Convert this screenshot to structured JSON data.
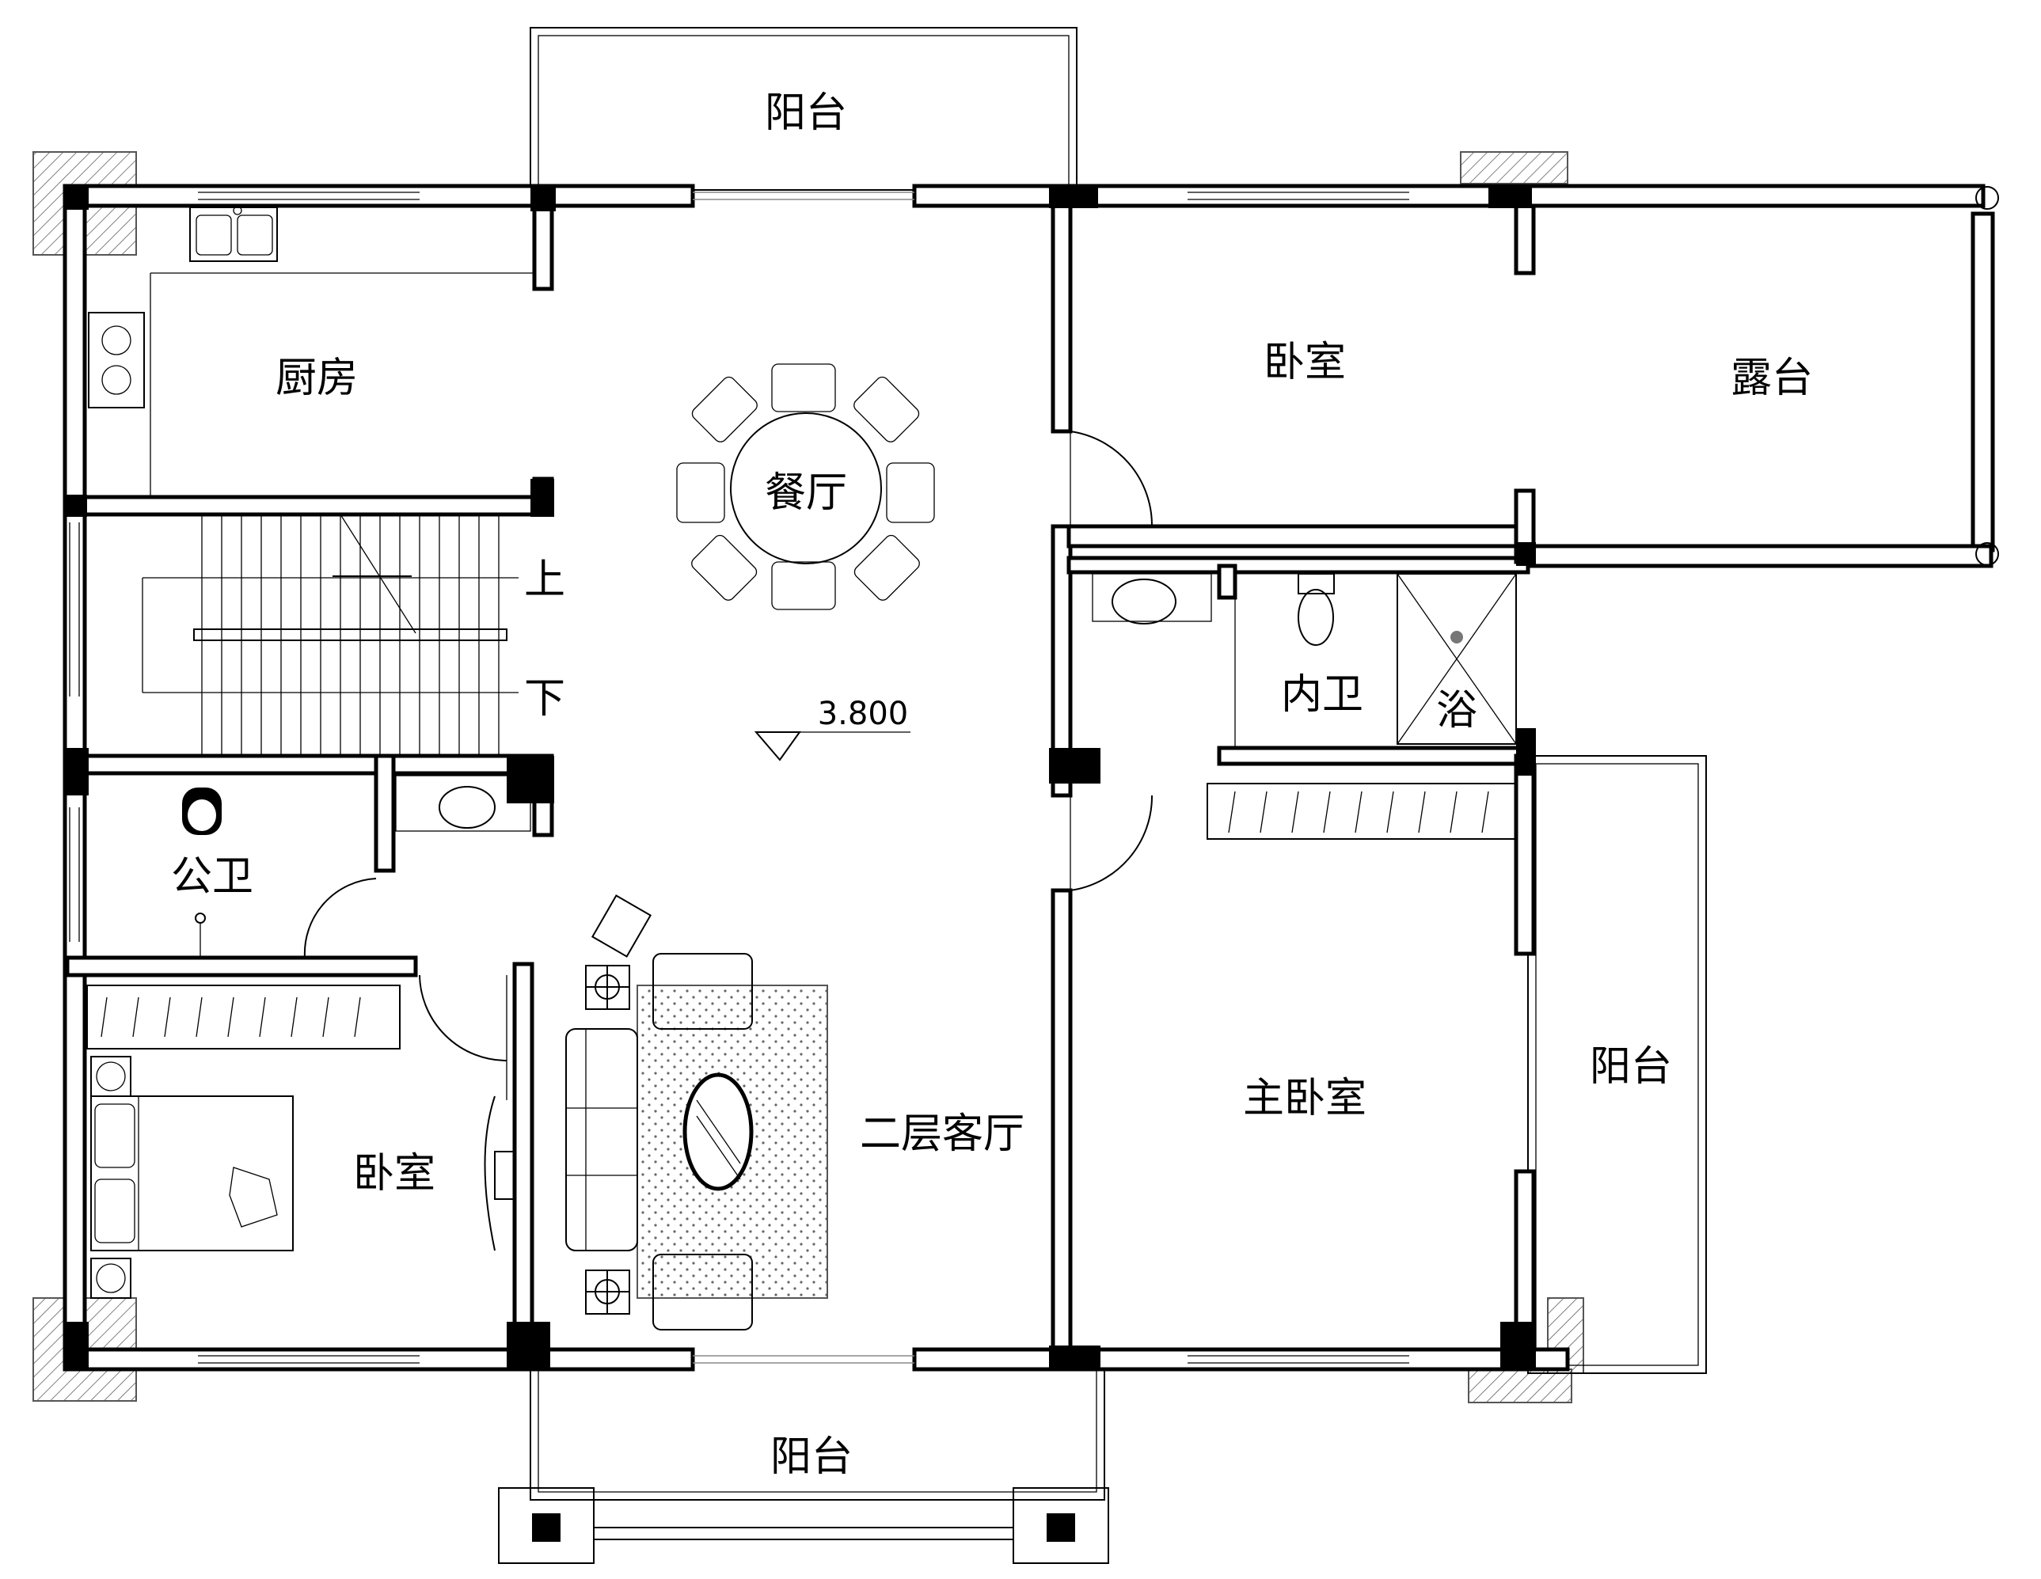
{
  "rooms": {
    "balcony_top": "阳台",
    "kitchen": "厨房",
    "dining": "餐厅",
    "bedroom_ne": "卧室",
    "terrace": "露台",
    "stair_up": "上",
    "stair_down": "下",
    "elevation": "3.800",
    "inner_bath": "内卫",
    "shower": "浴",
    "public_bath": "公卫",
    "bedroom_sw": "卧室",
    "living": "二层客厅",
    "master_bedroom": "主卧室",
    "balcony_right": "阳台",
    "balcony_bottom": "阳台"
  },
  "colors": {
    "wall": "#000000",
    "hatch": "#555555",
    "background": "#ffffff"
  }
}
